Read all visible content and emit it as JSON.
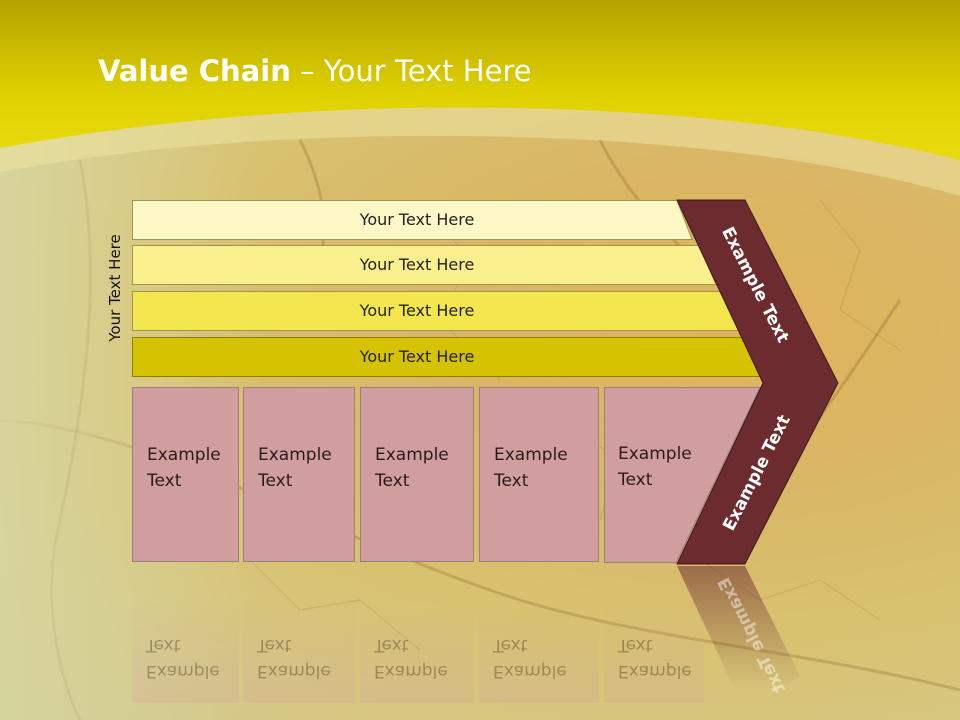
{
  "title": {
    "bold": "Value Chain",
    "rest": " – Your Text Here"
  },
  "side_label": "Your Text Here",
  "rows": [
    {
      "label": "Your Text Here",
      "color": "#fdf8c6"
    },
    {
      "label": "Your Text Here",
      "color": "#f9ef8c"
    },
    {
      "label": "Your Text Here",
      "color": "#f3e64f"
    },
    {
      "label": "Your Text Here",
      "color": "#d5c200"
    }
  ],
  "boxes": [
    {
      "line1": "Example",
      "line2": "Text"
    },
    {
      "line1": "Example",
      "line2": "Text"
    },
    {
      "line1": "Example",
      "line2": "Text"
    },
    {
      "line1": "Example",
      "line2": "Text"
    },
    {
      "line1": "Example",
      "line2": "Text"
    }
  ],
  "chevron": {
    "upper_text": "Example Text",
    "lower_text": "Example Text",
    "color": "#6b2b2f"
  },
  "colors": {
    "header": "#e3d500",
    "box": "#d19ea0"
  }
}
